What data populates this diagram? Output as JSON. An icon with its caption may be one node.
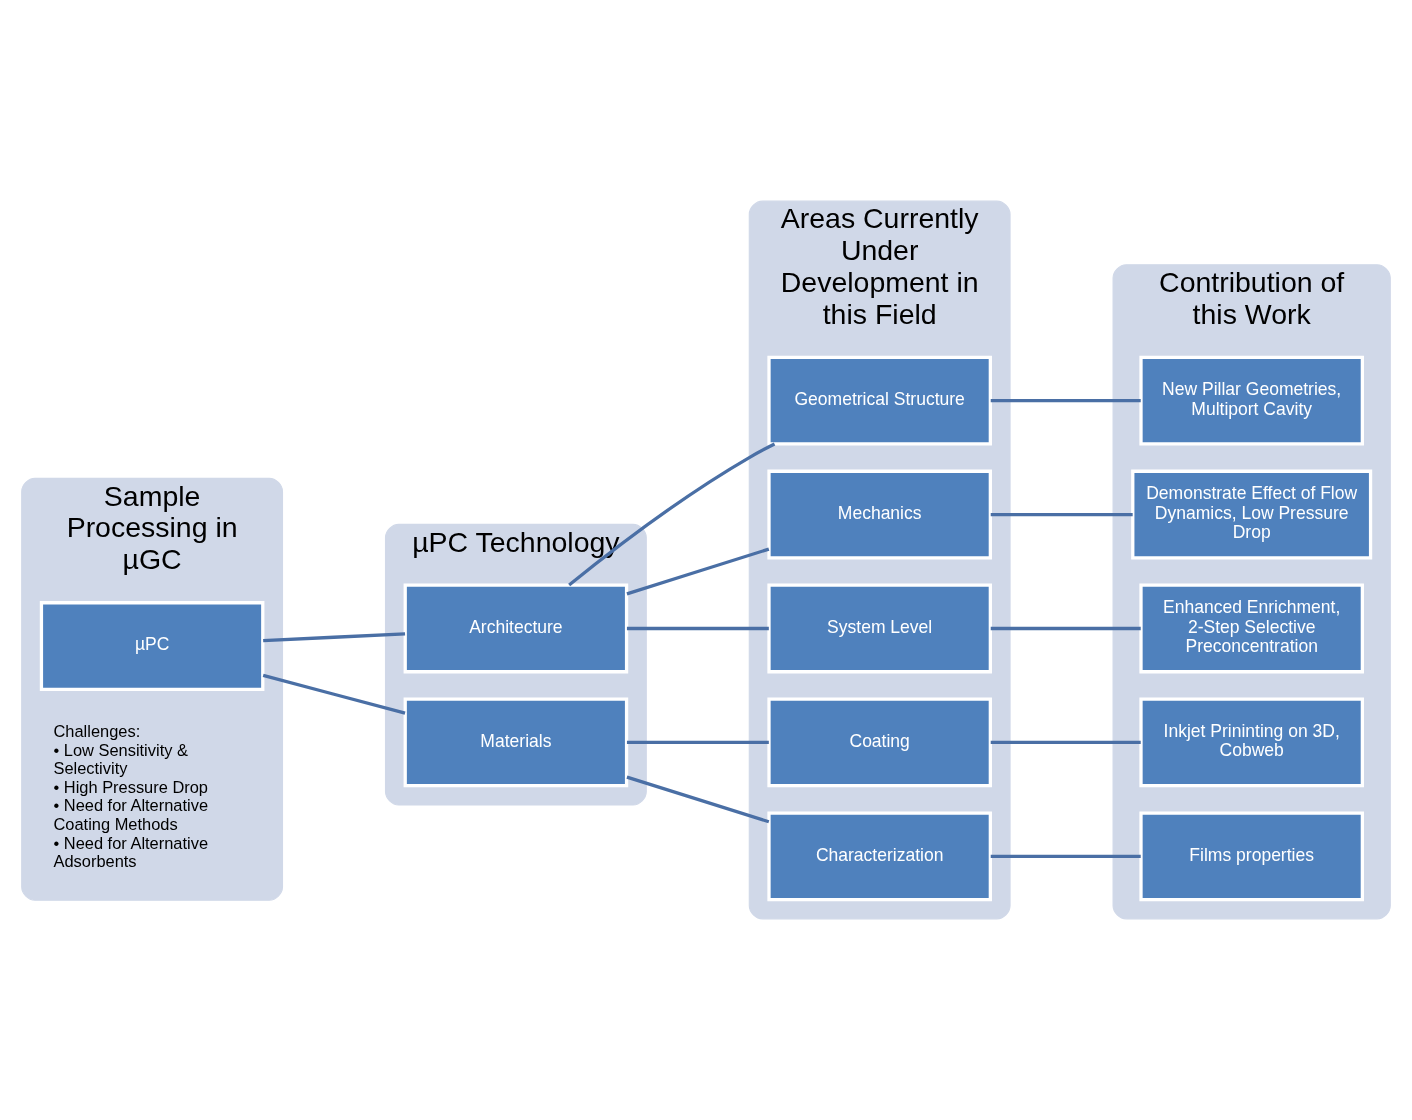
{
  "diagram": {
    "nodes": [
      {
        "text": [
          "Sample Processing in µGC",
          "Challenges: • Low Sensitivity & Selectivity • High Pressure Drop • Need for Alternative Coating Methods • Need for Alternative Adsorbents"
        ]
      },
      {
        "text": [
          "µPC Technology"
        ]
      },
      {
        "text": [
          "Areas Currently Under Development in this Field"
        ]
      },
      {
        "text": [
          "Contribution of this Work"
        ]
      },
      {
        "text": [
          "µPC"
        ],
        "in": 0
      },
      {
        "text": [
          "Architecture"
        ],
        "in": 1
      },
      {
        "text": [
          "Materials"
        ],
        "in": 1
      },
      {
        "text": [
          "Geometrical Structure"
        ],
        "in": 2
      },
      {
        "text": [
          "Mechanics"
        ],
        "in": 2
      },
      {
        "text": [
          "System Level"
        ],
        "in": 2
      },
      {
        "text": [
          "Coating"
        ],
        "in": 2
      },
      {
        "text": [
          "Characterization"
        ],
        "in": 2
      },
      {
        "text": [
          "New Pillar Geometries, Multiport Cavity"
        ],
        "in": 3
      },
      {
        "text": [
          "Demonstrate Effect of Flow Dynamics, Low Pressure Drop"
        ],
        "in": 3
      },
      {
        "text": [
          "Enhanced Enrichment, 2-Step Selective Preconcentration"
        ],
        "in": 3
      },
      {
        "text": [
          "Inkjet Prininting on 3D, Cobweb"
        ],
        "in": 3
      },
      {
        "text": [
          "Films properties"
        ],
        "in": 3
      }
    ],
    "edges": [
      {
        "from": 4,
        "to": 5,
        "arrow": "none"
      },
      {
        "from": 4,
        "to": 6,
        "arrow": "none"
      },
      {
        "from": 5,
        "to": 7,
        "arrow": "none"
      },
      {
        "from": 5,
        "to": 8,
        "arrow": "none"
      },
      {
        "from": 5,
        "to": 9,
        "arrow": "none"
      },
      {
        "from": 6,
        "to": 10,
        "arrow": "none"
      },
      {
        "from": 6,
        "to": 11,
        "arrow": "none"
      },
      {
        "from": 7,
        "to": 12,
        "arrow": "none"
      },
      {
        "from": 8,
        "to": 13,
        "arrow": "none"
      },
      {
        "from": 9,
        "to": 14,
        "arrow": "none"
      },
      {
        "from": 10,
        "to": 15,
        "arrow": "none"
      },
      {
        "from": 11,
        "to": 16,
        "arrow": "none"
      }
    ]
  }
}
